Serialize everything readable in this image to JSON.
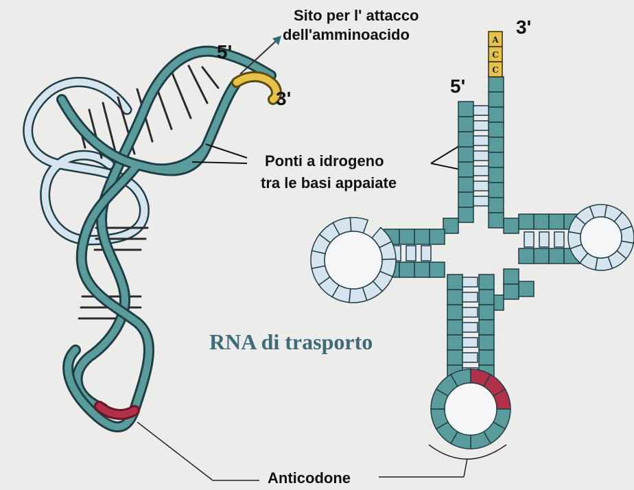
{
  "labels": {
    "aa_site_line1": "Sito per l' attacco",
    "aa_site_line2": "dell'amminoacido",
    "prime5_left": "5'",
    "prime3_left": "3'",
    "prime5_right": "5'",
    "prime3_right": "3'",
    "hbond_line1": "Ponti a idrogeno",
    "hbond_line2": "tra le basi appaiate",
    "title": "RNA di trasporto",
    "anticodon": "Anticodone",
    "acceptor_bases": [
      "A",
      "C",
      "C"
    ]
  },
  "colors": {
    "backbone": "#5a9c9c",
    "backbone_dark": "#2f6f73",
    "loop_light": "#d5e4ee",
    "anticodon": "#b0304a",
    "acceptor": "#e6c24a",
    "title": "#3f6b78"
  }
}
